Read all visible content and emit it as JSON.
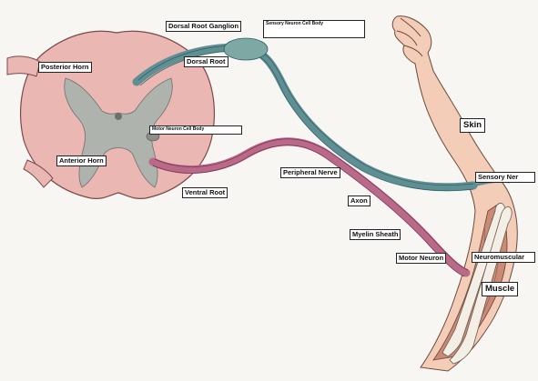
{
  "diagram": {
    "labels": {
      "dorsal_root_ganglion": "Dorsal Root Ganglion",
      "sensory_neuron_cell_body": "Sensory Neuron Cell Body",
      "posterior_horn": "Posterior Horn",
      "dorsal_root": "Dorsal Root",
      "motor_neuron_cell_body": "Motor Neuron Cell Body",
      "anterior_horn": "Anterior Horn",
      "ventral_root": "Ventral Root",
      "peripheral_nerve": "Peripheral Nerve",
      "axon": "Axon",
      "myelin_sheath": "Myelin Sheath",
      "motor_neuron": "Motor Neuron",
      "skin": "Skin",
      "sensory_nerve": "Sensory Ner",
      "neuromuscular": "Neuromuscular",
      "muscle": "Muscle"
    },
    "colors": {
      "cord": "#eab7b3",
      "cord_outline": "#7a4a4a",
      "grey_matter": "#aeb3ad",
      "sensory_nerve": "#5f8f93",
      "motor_nerve": "#b86a88",
      "arm_skin": "#f3cdb8",
      "muscle": "#c98b78",
      "bone": "#f4efe6"
    }
  }
}
